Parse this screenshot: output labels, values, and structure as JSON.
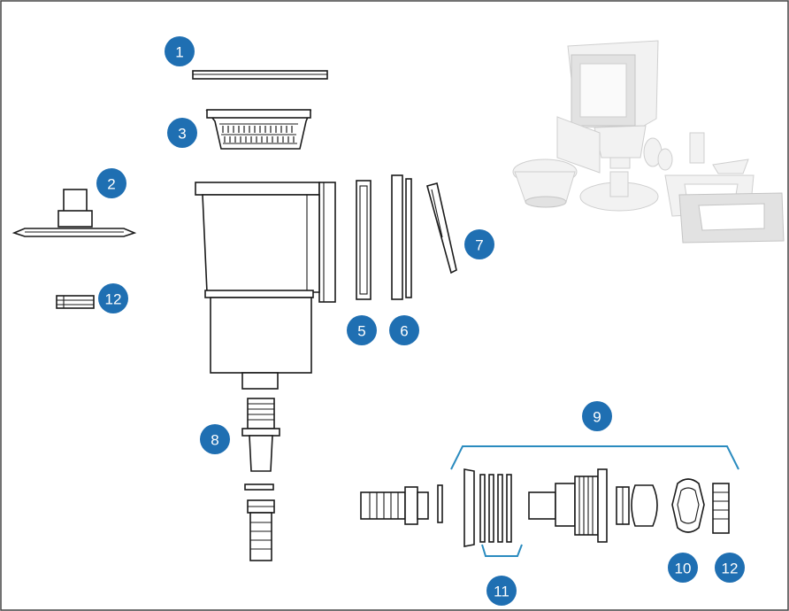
{
  "diagram": {
    "badge_color": "#1f6fb2",
    "bracket_color": "#2a8bbf",
    "line_color": "#1a1a1a",
    "labels": {
      "part_1": "1",
      "part_2": "2",
      "part_3": "3",
      "part_5": "5",
      "part_6": "6",
      "part_7": "7",
      "part_8": "8",
      "part_9": "9",
      "part_10": "10",
      "part_11": "11",
      "part_12_left": "12",
      "part_12_right": "12"
    }
  }
}
